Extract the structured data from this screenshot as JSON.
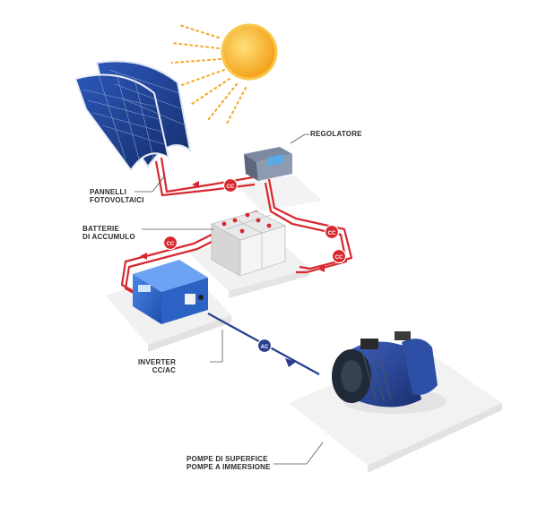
{
  "labels": {
    "pannelli": "PANNELLI\nFOTOVOLTAICI",
    "regolatore": "REGOLATORE",
    "batterie": "BATTERIE\nDI ACCUMULO",
    "inverter": "INVERTER\nCC/AC",
    "pompe": "POMPE DI SUPERFICE\nPOMPE A IMMERSIONE"
  },
  "badges": {
    "cc": "CC",
    "ac": "AC"
  },
  "colors": {
    "cable": "#d7282f",
    "ac_cable": "#2a3d8f",
    "panel": "#1f3f8f",
    "sun": "#f7b21b",
    "platform": "#f2f2f2",
    "inverter": "#2f6bd6",
    "pump": "#2b4a9a"
  }
}
